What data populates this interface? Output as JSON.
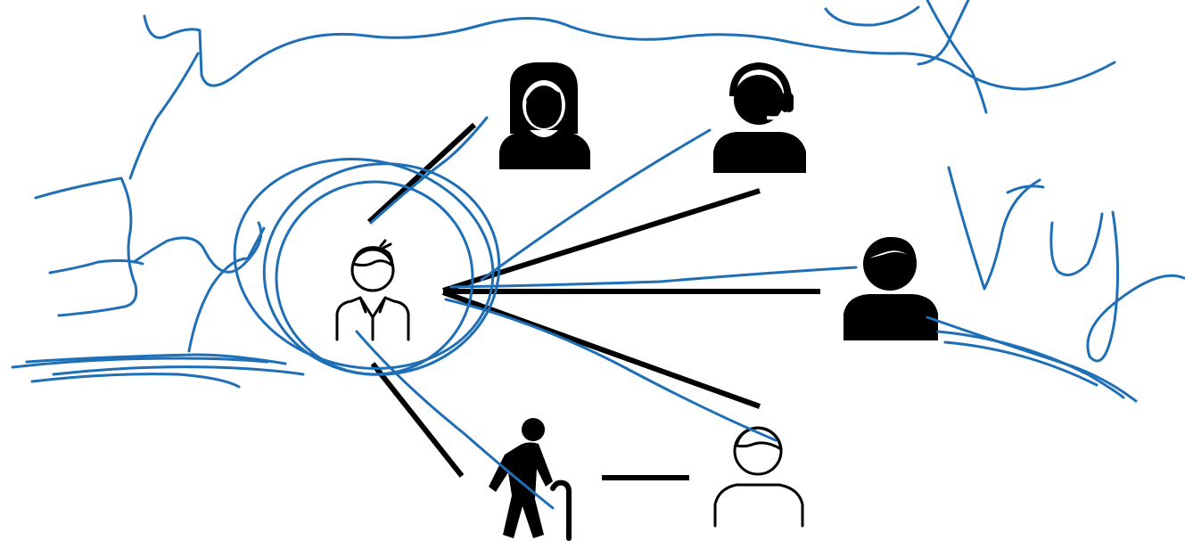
{
  "diagram": {
    "background": "#ffffff",
    "line_color": "#000000",
    "ink_color": "#1f6fb6",
    "nodes": [
      {
        "id": "center-person",
        "icon": "person-outline-icon",
        "style": "outline"
      },
      {
        "id": "woman",
        "icon": "woman-icon",
        "style": "filled"
      },
      {
        "id": "headset-person",
        "icon": "headset-person-icon",
        "style": "filled"
      },
      {
        "id": "man",
        "icon": "man-icon",
        "style": "filled"
      },
      {
        "id": "young-person",
        "icon": "person-outline-icon",
        "style": "outline"
      },
      {
        "id": "elderly-person",
        "icon": "elderly-person-with-cane-icon",
        "style": "filled"
      }
    ],
    "connections": [
      {
        "from": "center-person",
        "to": "woman"
      },
      {
        "from": "center-person",
        "to": "headset-person"
      },
      {
        "from": "center-person",
        "to": "man"
      },
      {
        "from": "center-person",
        "to": "young-person"
      },
      {
        "from": "center-person",
        "to": "elderly-person"
      },
      {
        "from": "elderly-person",
        "to": "young-person"
      }
    ],
    "handwriting": "Vy"
  }
}
